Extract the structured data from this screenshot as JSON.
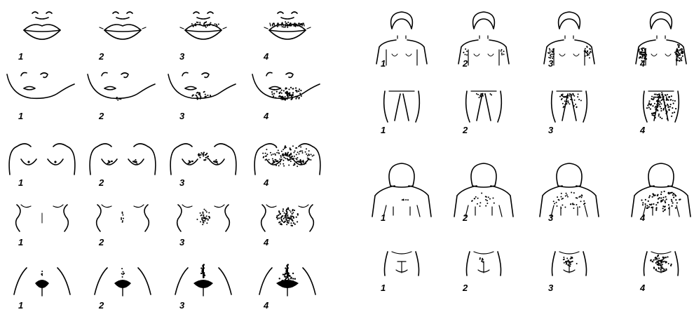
{
  "left_panel": {
    "rows": [
      {
        "region": "upper-lip",
        "stages": [
          "1",
          "2",
          "3",
          "4"
        ]
      },
      {
        "region": "chin",
        "stages": [
          "1",
          "2",
          "3",
          "4"
        ]
      },
      {
        "region": "chest",
        "stages": [
          "1",
          "2",
          "3",
          "4"
        ]
      },
      {
        "region": "upper-abdomen",
        "stages": [
          "1",
          "2",
          "3",
          "4"
        ]
      },
      {
        "region": "lower-abdomen",
        "stages": [
          "1",
          "2",
          "3",
          "4"
        ]
      }
    ]
  },
  "right_panel": {
    "rows": [
      {
        "region": "upper-arm",
        "stages": [
          "1",
          "2",
          "3",
          "4"
        ]
      },
      {
        "region": "thigh",
        "stages": [
          "1",
          "2",
          "3",
          "4"
        ]
      },
      {
        "region": "upper-back",
        "stages": [
          "1",
          "2",
          "3",
          "4"
        ]
      },
      {
        "region": "lower-back",
        "stages": [
          "1",
          "2",
          "3",
          "4"
        ]
      }
    ]
  },
  "ink_color": "#000000",
  "background_color": "#ffffff"
}
